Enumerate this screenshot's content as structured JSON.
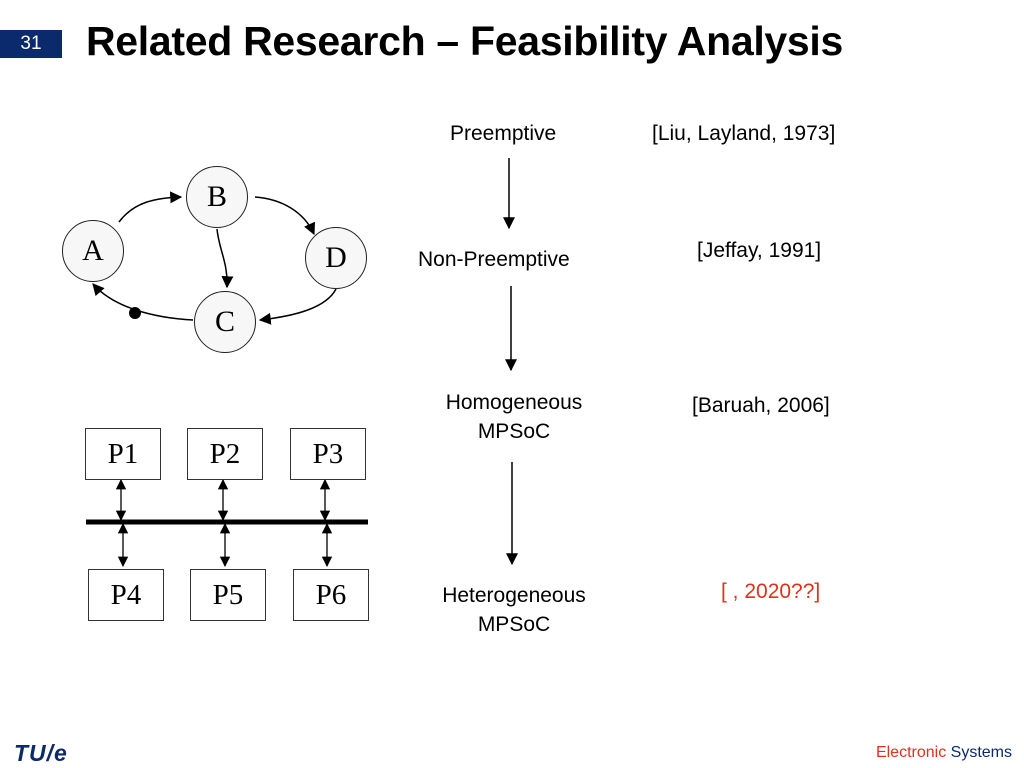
{
  "header": {
    "slide_number": "31",
    "title": "Related Research – Feasibility Analysis"
  },
  "graph": {
    "nodes": [
      {
        "id": "A",
        "label": "A"
      },
      {
        "id": "B",
        "label": "B"
      },
      {
        "id": "C",
        "label": "C"
      },
      {
        "id": "D",
        "label": "D"
      }
    ]
  },
  "processors": {
    "top": [
      "P1",
      "P2",
      "P3"
    ],
    "bottom": [
      "P4",
      "P5",
      "P6"
    ]
  },
  "progression": {
    "steps": [
      {
        "label": "Preemptive",
        "reference": "[Liu, Layland, 1973]"
      },
      {
        "label": "Non-Preemptive",
        "reference": "[Jeffay, 1991]"
      },
      {
        "label_line1": "Homogeneous",
        "label_line2": "MPSoC",
        "reference": "[Baruah, 2006]"
      },
      {
        "label_line1": "Heterogeneous",
        "label_line2": "MPSoC",
        "reference": "[ , 2020??]"
      }
    ]
  },
  "colors": {
    "brand_blue": "#0a2a6b",
    "accent_red": "#e0301e"
  },
  "footer": {
    "logo": "TU/e",
    "brand_part1": "Electronic",
    "brand_part2": "Systems"
  }
}
